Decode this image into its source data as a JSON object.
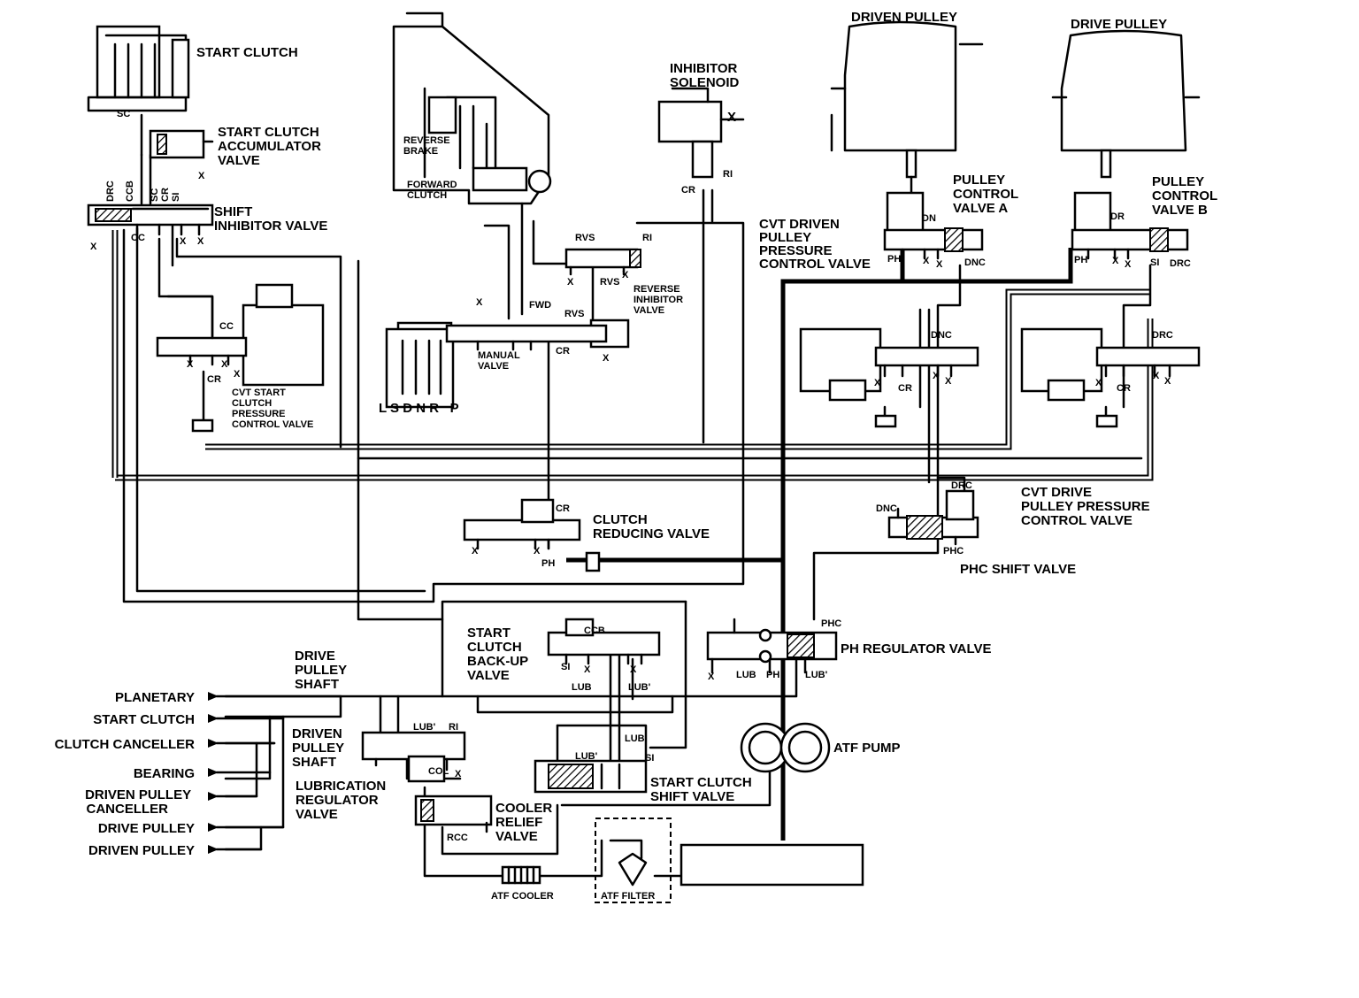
{
  "components": {
    "start_clutch": "START CLUTCH",
    "start_clutch_accumulator_valve": [
      "START CLUTCH",
      "ACCUMULATOR",
      "VALVE"
    ],
    "shift_inhibitor_valve": [
      "SHIFT",
      "INHIBITOR VALVE"
    ],
    "reverse_brake": [
      "REVERSE",
      "BRAKE"
    ],
    "forward_clutch": [
      "FORWARD",
      "CLUTCH"
    ],
    "inhibitor_solenoid": [
      "INHIBITOR",
      "SOLENOID"
    ],
    "driven_pulley": "DRIVEN PULLEY",
    "drive_pulley": "DRIVE PULLEY",
    "pulley_control_valve_a": [
      "PULLEY",
      "CONTROL",
      "VALVE A"
    ],
    "pulley_control_valve_b": [
      "PULLEY",
      "CONTROL",
      "VALVE B"
    ],
    "cvt_driven_pulley_pressure_control_valve": [
      "CVT DRIVEN",
      "PULLEY",
      "PRESSURE",
      "CONTROL VALVE"
    ],
    "reverse_inhibitor_valve": [
      "REVERSE",
      "INHIBITOR",
      "VALVE"
    ],
    "manual_valve": [
      "MANUAL",
      "VALVE"
    ],
    "selector_positions": "L S D N R   P",
    "cvt_start_clutch_pressure_control_valve": [
      "CVT START",
      "CLUTCH",
      "PRESSURE",
      "CONTROL VALVE"
    ],
    "cvt_drive_pulley_pressure_control_valve": [
      "CVT DRIVE",
      "PULLEY PRESSURE",
      "CONTROL VALVE"
    ],
    "clutch_reducing_valve": [
      "CLUTCH",
      "REDUCING VALVE"
    ],
    "phc_shift_valve": "PHC SHIFT VALVE",
    "start_clutch_back_up_valve": [
      "START",
      "CLUTCH",
      "BACK-UP",
      "VALVE"
    ],
    "ph_regulator_valve": "PH REGULATOR VALVE",
    "drive_pulley_shaft": [
      "DRIVE",
      "PULLEY",
      "SHAFT"
    ],
    "driven_pulley_shaft": [
      "DRIVEN",
      "PULLEY",
      "SHAFT"
    ],
    "lubrication_regulator_valve": [
      "LUBRICATION",
      "REGULATOR",
      "VALVE"
    ],
    "atf_pump": "ATF PUMP",
    "start_clutch_shift_valve": [
      "START CLUTCH",
      "SHIFT VALVE"
    ],
    "cooler_relief_valve": [
      "COOLER",
      "RELIEF",
      "VALVE"
    ],
    "atf_cooler": "ATF COOLER",
    "atf_filter": "ATF FILTER"
  },
  "outputs": [
    "PLANETARY",
    "START CLUTCH",
    "CLUTCH CANCELLER",
    "BEARING",
    [
      "DRIVEN PULLEY",
      "CANCELLER"
    ],
    "DRIVE PULLEY",
    "DRIVEN PULLEY"
  ],
  "port_labels": {
    "sc": "SC",
    "drc": "DRC",
    "ccb": "CCB",
    "sc2": "SC",
    "cr": "CR",
    "si": "SI",
    "cc": "CC",
    "x": "X",
    "rvs": "RVS",
    "ri": "RI",
    "fwd": "FWD",
    "dn": "DN",
    "dr": "DR",
    "ph": "PH",
    "dnc": "DNC",
    "phc": "PHC",
    "lub": "LUB",
    "lub_prime": "LUB'",
    "col": "COL",
    "rcc": "RCC"
  }
}
